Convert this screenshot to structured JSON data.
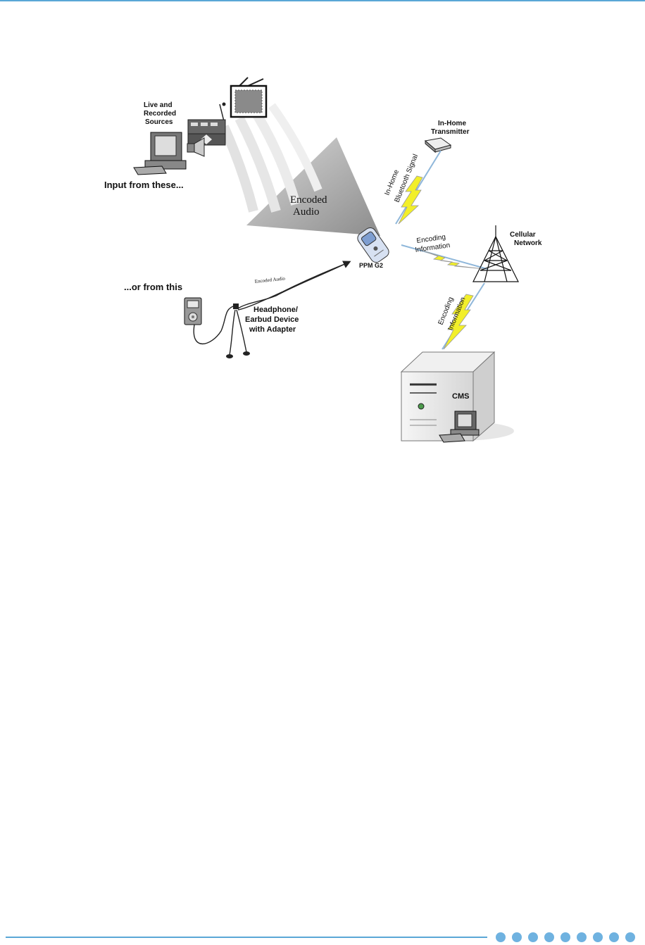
{
  "labels": {
    "live_sources_1": "Live and",
    "live_sources_2": "Recorded",
    "live_sources_3": "Sources",
    "input_from": "Input from these...",
    "or_from": "...or from this",
    "encoded_audio_1": "Encoded",
    "encoded_audio_2": "Audio",
    "encoded_audio_small": "Encoded Audio",
    "transmitter_1": "In-Home",
    "transmitter_2": "Transmitter",
    "bluetooth_1": "In-Home",
    "bluetooth_2": "Bluetooth Signal",
    "encoding_info_1": "Encoding",
    "encoding_info_2": "Information",
    "cellular_1": "Cellular",
    "cellular_2": "Network",
    "ppm": "PPM G2",
    "headphone_1": "Headphone/",
    "headphone_2": "Earbud Device",
    "headphone_3": "with Adapter",
    "vertical_info_1": "Encoding",
    "vertical_info_2": "Information",
    "cms": "CMS"
  },
  "colors": {
    "accent_rule": "#5aa7d6",
    "dots": "#6fb2e0",
    "lightning": "#f2ef2a",
    "arrow_blue": "#8fb7da"
  },
  "footer": {
    "dot_count": 9
  }
}
